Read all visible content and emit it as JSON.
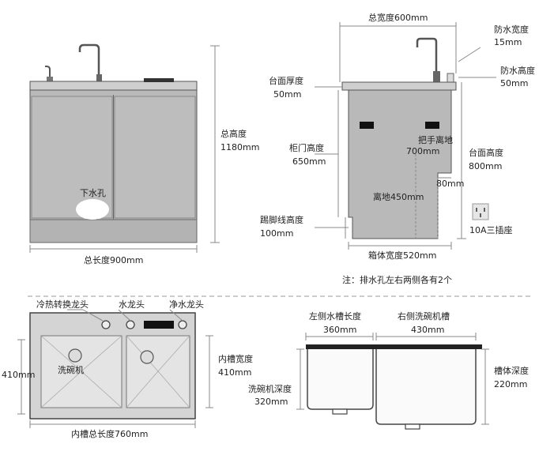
{
  "front_view": {
    "total_height_label": "总高度",
    "total_height_value": "1180mm",
    "drain_hole_label": "下水孔",
    "total_length_label": "总长度900mm"
  },
  "side_view": {
    "total_width_label": "总宽度600mm",
    "waterproof_width_label": "防水宽度",
    "waterproof_width_value": "15mm",
    "waterproof_height_label": "防水高度",
    "waterproof_height_value": "50mm",
    "countertop_thickness_label": "台面厚度",
    "countertop_thickness_value": "50mm",
    "cabinet_door_height_label": "柜门高度",
    "cabinet_door_height_value": "650mm",
    "handle_label": "把手离地",
    "handle_value": "700mm",
    "countertop_height_label": "台面高度",
    "countertop_height_value": "800mm",
    "dim_80": "80mm",
    "ground_clearance_label": "离地450mm",
    "kickboard_label": "踢脚线高度",
    "kickboard_value": "100mm",
    "socket_label": "10A三插座",
    "box_width_label": "箱体宽度520mm"
  },
  "note": "注：排水孔左右两侧各有2个",
  "top_view": {
    "faucet_switch_label": "冷热转换龙头",
    "faucet_label": "水龙头",
    "purifier_faucet_label": "净水龙头",
    "outer_height_value": "410mm",
    "dishwasher_label": "洗碗机",
    "inner_width_label": "内槽宽度",
    "inner_width_value": "410mm",
    "inner_length_label": "内槽总长度760mm"
  },
  "section_view": {
    "left_sink_label": "左侧水槽长度",
    "left_sink_value": "360mm",
    "right_sink_label": "右侧洗碗机槽",
    "right_sink_value": "430mm",
    "tank_depth_label": "槽体深度",
    "tank_depth_value": "220mm",
    "dishwasher_depth_label": "洗碗机深度",
    "dishwasher_depth_value": "320mm"
  }
}
